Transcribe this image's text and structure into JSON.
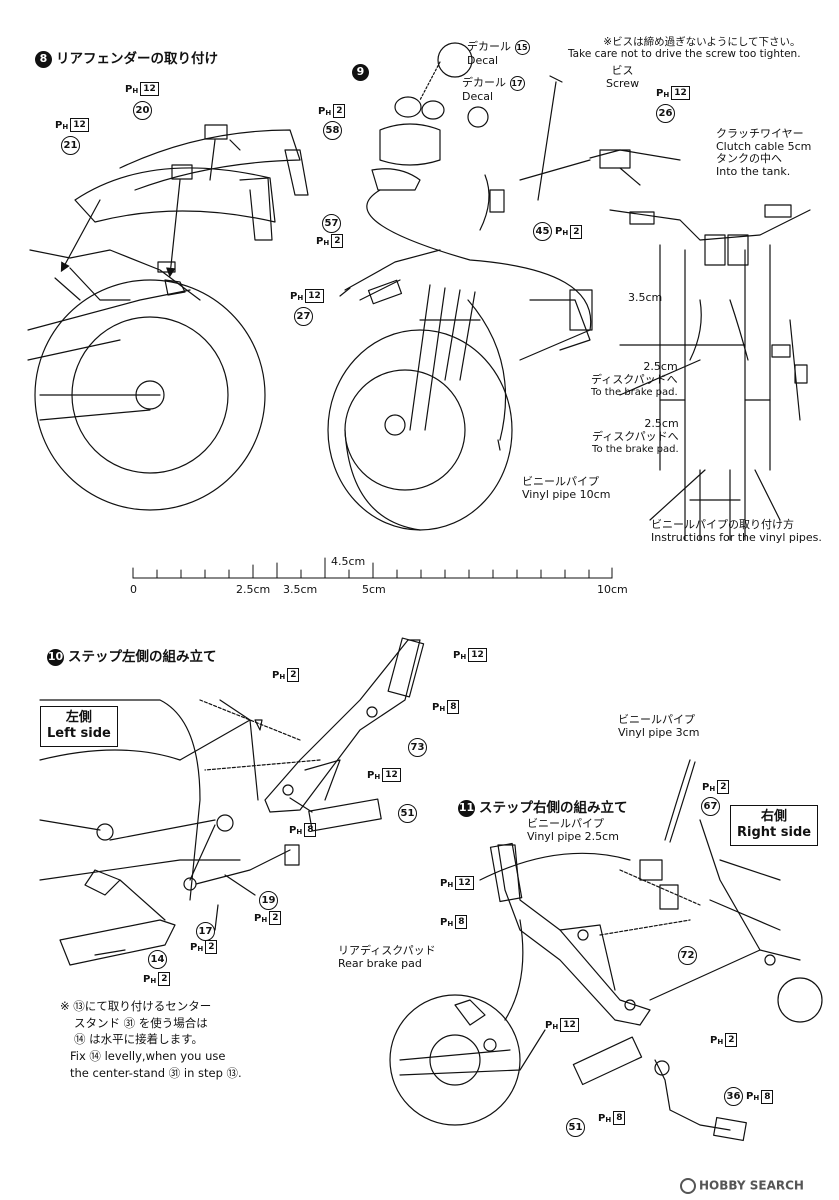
{
  "step8": {
    "num": "8",
    "title": "リアフェンダーの取り付け",
    "parts": [
      {
        "ph": "12",
        "num": "20"
      },
      {
        "ph": "12",
        "num": "21"
      }
    ]
  },
  "step9": {
    "num": "9",
    "decal15": {
      "ja": "デカール",
      "en": "Decal",
      "num": "15"
    },
    "decal17": {
      "ja": "デカール",
      "en": "Decal",
      "num": "17"
    },
    "screw_note_ja": "※ビスは締め過ぎないようにして下さい。",
    "screw_note_en": "Take care not to drive the screw too tighten.",
    "screw_ja": "ビス",
    "screw_en": "Screw",
    "part58": {
      "ph": "2",
      "num": "58"
    },
    "part26": {
      "ph": "12",
      "num": "26"
    },
    "part57": {
      "ph": "2",
      "num": "57"
    },
    "part45": {
      "ph": "2",
      "num": "45"
    },
    "part27": {
      "ph": "12",
      "num": "27"
    },
    "clutch_ja": "クラッチワイヤー",
    "clutch_en": "Clutch cable 5cm",
    "tank_ja": "タンクの中へ",
    "tank_en": "Into the tank.",
    "len35": "3.5cm",
    "brake1_len": "2.5cm",
    "brake1_ja": "ディスクパッドへ",
    "brake1_en": "To the brake pad.",
    "brake2_len": "2.5cm",
    "brake2_ja": "ディスクパッドへ",
    "brake2_en": "To the brake pad.",
    "vinyl_ja": "ビニールパイプ",
    "vinyl_en": "Vinyl pipe 10cm",
    "instr_ja": "ビニールパイプの取り付け方",
    "instr_en": "Instructions for the vinyl pipes."
  },
  "ruler": {
    "top_label": "4.5cm",
    "ticks": [
      "0",
      "2.5cm",
      "3.5cm",
      "5cm",
      "10cm"
    ]
  },
  "step10": {
    "num": "10",
    "title": "ステップ左側の組み立て",
    "side_ja": "左側",
    "side_en": "Left side",
    "ph12a": "12",
    "ph2a": "2",
    "ph8a": "8",
    "part73": "73",
    "part51": {
      "ph": "12",
      "num": "51"
    },
    "ph8b": "8",
    "part19": {
      "num": "19",
      "ph": "2"
    },
    "part17": {
      "num": "17",
      "ph": "2"
    },
    "part14": {
      "num": "14",
      "ph": "2"
    },
    "note_line1": "※ ⑬にて取り付けるセンター",
    "note_line2": "スタンド ㉛ を使う場合は",
    "note_line3": "⑭ は水平に接着します。",
    "note_en1": "Fix ⑭ levelly,when you use",
    "note_en2": "the center-stand ㉛ in step ⑬."
  },
  "step11": {
    "num": "11",
    "title": "ステップ右側の組み立て",
    "vinyl3_ja": "ビニールパイプ",
    "vinyl3_en": "Vinyl pipe 3cm",
    "vinyl25_ja": "ビニールパイプ",
    "vinyl25_en": "Vinyl pipe 2.5cm",
    "side_ja": "右側",
    "side_en": "Right side",
    "part67": {
      "ph": "2",
      "num": "67"
    },
    "ph12a": "12",
    "ph8a": "8",
    "part72": "72",
    "ph2b": "2",
    "rear_ja": "リアディスクパッド",
    "rear_en": "Rear brake pad",
    "part51": {
      "ph": "12",
      "num": "51"
    },
    "ph8b": "8",
    "part36": {
      "num": "36",
      "ph": "8"
    }
  },
  "watermark": {
    "brand": "HOBBY SEARCH"
  }
}
